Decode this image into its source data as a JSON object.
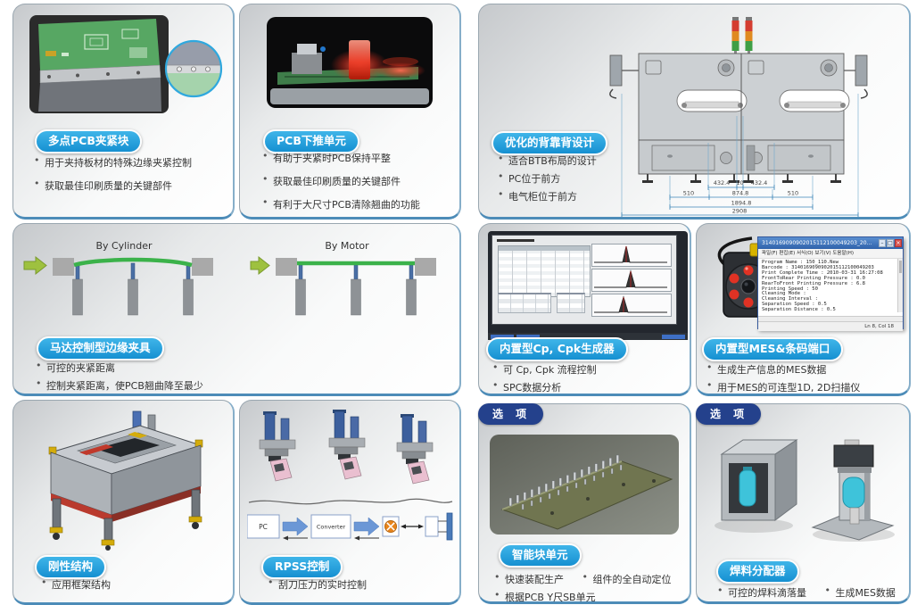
{
  "colors": {
    "accent": "#1690d1",
    "tab_navy": "#24418c",
    "panel_edge": "#4d8cb8"
  },
  "panels": {
    "clampBlock": {
      "label": "多点PCB夹紧块",
      "bullets": [
        "用于夹持板材的特殊边缘夹紧控制",
        "获取最佳印刷质量的关键部件"
      ]
    },
    "pushDown": {
      "label": "PCB下推单元",
      "bullets": [
        "有助于夹紧时PCB保持平整",
        "获取最佳印刷质量的关键部件",
        "有利于大尺寸PCB清除翘曲的功能"
      ]
    },
    "backToBack": {
      "label": "优化的背靠背设计",
      "bullets": [
        "适合BTB布局的设计",
        "PC位于前方",
        "电气柜位于前方"
      ],
      "dims": {
        "a": "432.4",
        "b": "10",
        "c": "432.4",
        "d": "510",
        "e": "874.8",
        "f": "510",
        "g": "1894.8",
        "h": "2908"
      }
    },
    "motorClamp": {
      "label": "马达控制型边缘夹具",
      "bullets": [
        "可控的夹紧距离",
        "控制夹紧距离，使PCB翘曲降至最少"
      ],
      "cylinder_label": "By Cylinder",
      "motor_label": "By Motor"
    },
    "cpk": {
      "label": "内置型Cp, Cpk生成器",
      "bullets": [
        "可 Cp, Cpk 流程控制",
        "SPC数据分析"
      ]
    },
    "mes": {
      "label": "内置型MES&条码端口",
      "bullets": [
        "生成生产信息的MES数据",
        "用于MES的可连型1D, 2D扫描仪"
      ],
      "notepad": {
        "title": "3140169090902015112100049203_20...",
        "menu": "파일(F)  편집(E)  서식(O)  보기(V)  도움말(H)",
        "lines": [
          "Program Name : 150_110.New",
          "Barcode : 3140169090902015112100049203",
          "Print Complete Time : 2010-03-31 16:27:08",
          "FrontToRear Printing Pressure : 0.0",
          "RearToFront Printing Pressure : 6.8",
          "Printing Speed : 50",
          "Cleaning Mode :",
          "Cleaning Interval :",
          "Separation Speed : 0.5",
          "Separation Distance : 0.5"
        ],
        "status": "Ln 8, Col 18"
      }
    },
    "rigid": {
      "label": "刚性结构",
      "bullets": [
        "应用框架结构"
      ]
    },
    "rpss": {
      "label": "RPSS控制",
      "bullets": [
        "刮刀压力的实时控制"
      ],
      "flow": {
        "pc": "PC",
        "converter": "Converter"
      }
    },
    "smartBlock": {
      "tab": "选  项",
      "label": "智能块单元",
      "bullets": [
        "快速装配生产",
        "组件的全自动定位",
        "根据PCB Y尺SB单元"
      ]
    },
    "solder": {
      "tab": "选  项",
      "label": "焊料分配器",
      "bullets": [
        "可控的焊料滴落量",
        "生成MES数据"
      ]
    }
  }
}
